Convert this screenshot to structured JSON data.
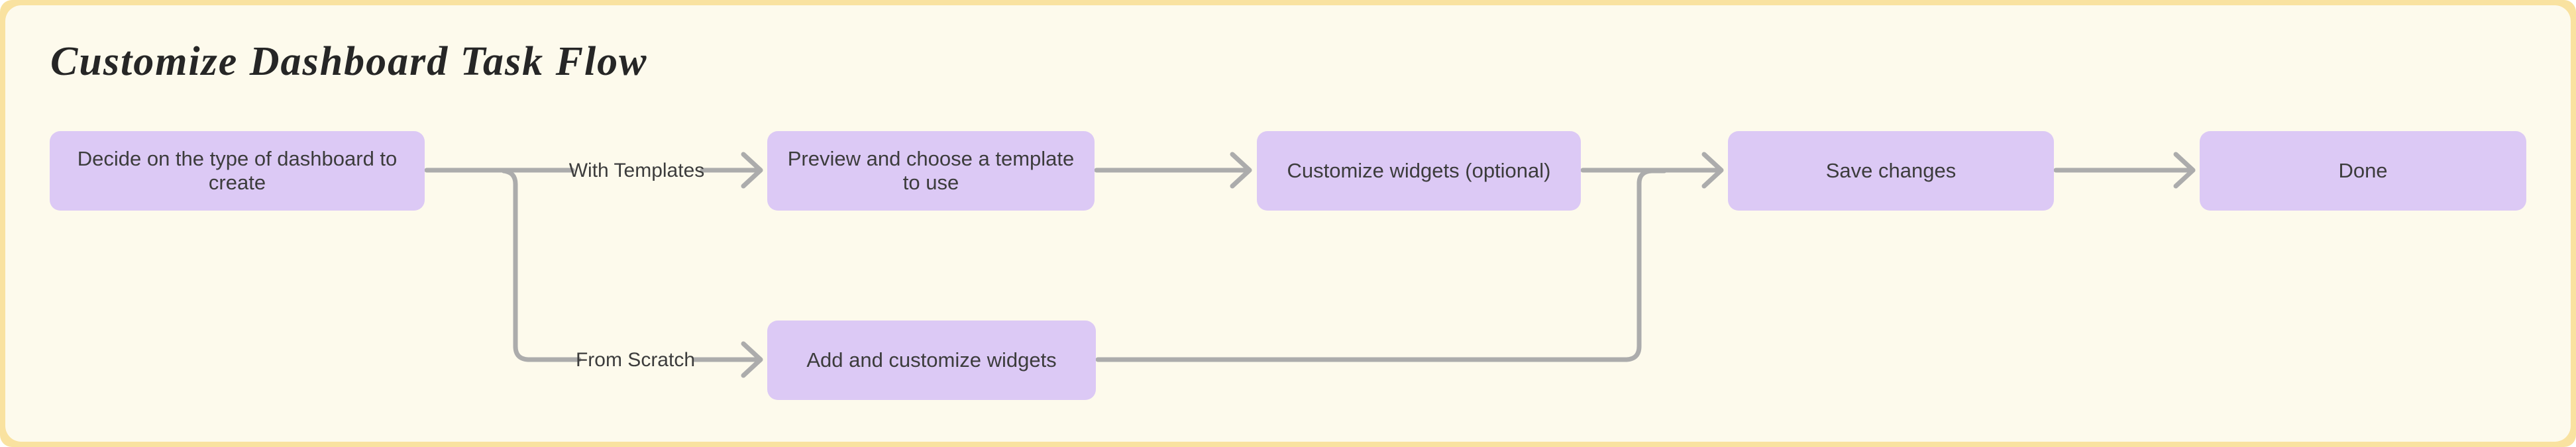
{
  "title": "Customize Dashboard Task Flow",
  "nodes": [
    {
      "id": "decide",
      "label": "Decide on the type of dashboard to create"
    },
    {
      "id": "preview-template",
      "label": "Preview and choose a template to use"
    },
    {
      "id": "customize-widgets-optional",
      "label": "Customize widgets (optional)"
    },
    {
      "id": "save-changes",
      "label": "Save changes"
    },
    {
      "id": "done",
      "label": "Done"
    },
    {
      "id": "add-customize-widgets",
      "label": "Add and customize widgets"
    }
  ],
  "edge_labels": [
    {
      "id": "with-templates",
      "label": "With Templates"
    },
    {
      "id": "from-scratch",
      "label": "From Scratch"
    }
  ],
  "colors": {
    "frame_border": "#F9E2A0",
    "canvas_background": "#FDFAEC",
    "node_fill": "#DCC9F5",
    "node_text": "#3C3C3C",
    "connector": "#ACACAC",
    "title_text": "#262626"
  }
}
